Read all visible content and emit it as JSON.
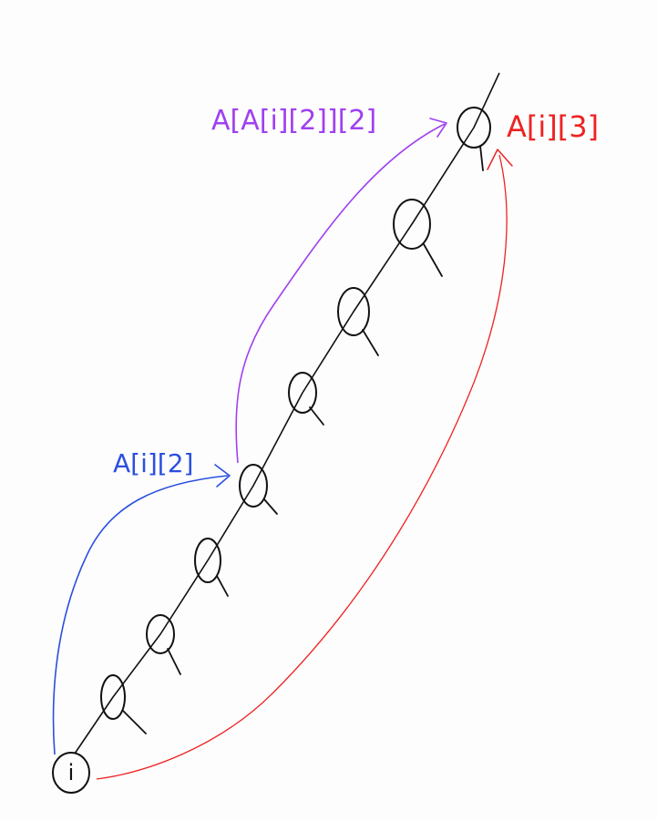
{
  "nodes": [
    {
      "label": "i"
    },
    {
      "label": ""
    },
    {
      "label": ""
    },
    {
      "label": ""
    },
    {
      "label": ""
    },
    {
      "label": ""
    },
    {
      "label": ""
    },
    {
      "label": ""
    },
    {
      "label": ""
    }
  ],
  "arrows": [
    {
      "label": "A[i][2]",
      "color": "#2a4fe0"
    },
    {
      "label": "A[A[i][2]][2]",
      "color": "#a040f0"
    },
    {
      "label": "A[i][3]",
      "color": "#ee2222"
    }
  ],
  "ink_color": "#111111"
}
